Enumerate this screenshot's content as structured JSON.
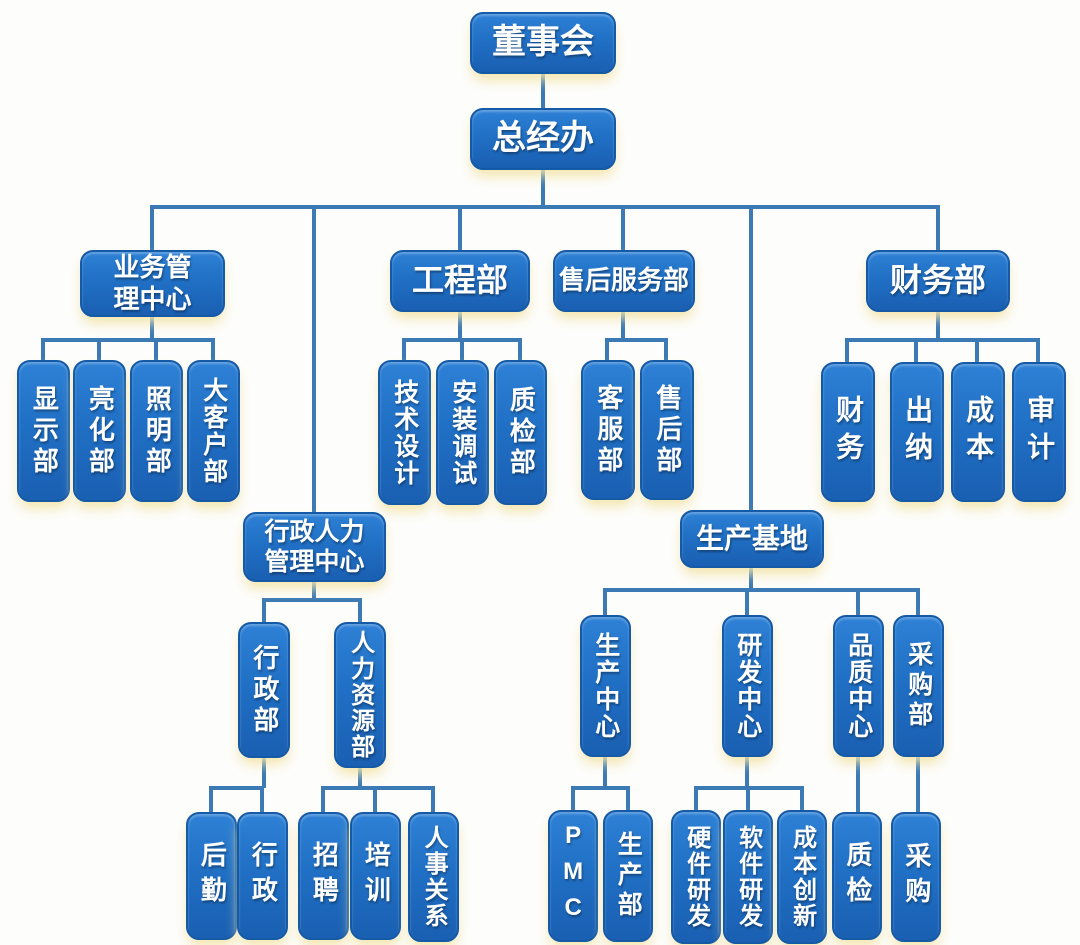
{
  "diagram_type": "org-chart",
  "nodes": {
    "board": "董事会",
    "gm_office": "总经办",
    "business_mgmt_center": "业务管理中心",
    "engineering_dept": "工程部",
    "after_sales_service_dept": "售后服务部",
    "finance_dept": "财务部",
    "display_dept": "显示部",
    "brightening_dept": "亮化部",
    "illumination_dept": "照明部",
    "key_accounts_dept": "大客户部",
    "tech_design": "技术设计",
    "installation_commissioning": "安装调试",
    "quality_inspection_dept": "质检部",
    "customer_service_dept": "客服部",
    "after_sales_dept": "售后部",
    "finance": "财务",
    "cashier": "出纳",
    "cost": "成本",
    "audit": "审计",
    "admin_hr_center": "行政人力管理中心",
    "production_base": "生产基地",
    "admin_dept": "行政部",
    "hr_dept": "人力资源部",
    "logistics": "后勤",
    "admin": "行政",
    "recruitment": "招聘",
    "training": "培训",
    "employee_relations": "人事关系",
    "production_center": "生产中心",
    "rd_center": "研发中心",
    "quality_center": "品质中心",
    "procurement_dept": "采购部",
    "pmc": "PMC",
    "production_dept": "生产部",
    "hardware_rd": "硬件研发",
    "software_rd": "软件研发",
    "cost_innovation": "成本创新",
    "quality_inspection": "质检",
    "procurement": "采购"
  },
  "colors": {
    "box_fill_top": "#2e81d6",
    "box_fill_bottom": "#1a5fb2",
    "box_border": "#155aa6",
    "connector": "#3c7ab5",
    "text": "#ffffff",
    "background": "#fdfdfb",
    "glow": "#f2e4a8"
  }
}
